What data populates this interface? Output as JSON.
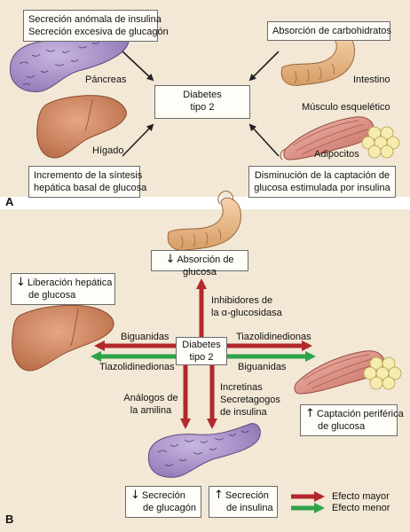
{
  "panel_a": {
    "letter": "A",
    "box_secretion": [
      "Secreción anómala de insulina",
      "Secreción excesiva de glucagón"
    ],
    "label_pancreas": "Páncreas",
    "box_absorption": "Absorción de carbohidratos",
    "label_intestine": "Intestino",
    "center_box": [
      "Diabetes",
      "tipo 2"
    ],
    "label_liver": "Hígado",
    "label_muscle": "Músculo esquelético",
    "label_adipocytes": "Adipocitos",
    "box_hepatic": [
      "Incremento de la síntesis",
      "hepática basal de glucosa"
    ],
    "box_uptake": [
      "Disminución de la captación de",
      "glucosa estimulada por insulina"
    ]
  },
  "panel_b": {
    "letter": "B",
    "box_absorption": "Absorción de glucosa",
    "box_hepatic_release": [
      "Liberación hepática",
      "de glucosa"
    ],
    "label_inhibitors": [
      "Inhibidores de",
      "la α-glucosidasa"
    ],
    "center_box": [
      "Diabetes",
      "tipo 2"
    ],
    "label_biguanidas_left": "Biguanidas",
    "label_tiazo_right": "Tiazolidinedionas",
    "label_tiazo_left": "Tiazolidinedionas",
    "label_biguanidas_right": "Biguanidas",
    "label_amylin": [
      "Análogos de",
      "la amilina"
    ],
    "label_incretins": [
      "Incretinas",
      "Secretagogos",
      "de insulina"
    ],
    "box_peripheral": [
      "Captación periférica",
      "de glucosa"
    ],
    "box_glucagon": [
      "Secreción",
      "de glucagón"
    ],
    "box_insulin": [
      "Secreción",
      "de insulina"
    ],
    "legend": [
      {
        "label": "Efecto mayor",
        "color": "#b2282b"
      },
      {
        "label": "Efecto menor",
        "color": "#2ea34a"
      }
    ],
    "down_glyph": "↓",
    "up_glyph": "↑"
  },
  "colors": {
    "panel_bg": "#f2e8d5",
    "major_arrow": "#b2282b",
    "minor_arrow": "#2ea34a",
    "liver": "#c97f5a",
    "pancreas": "#a38cc4",
    "intestine": "#e8b98a",
    "muscle": "#d88a80",
    "adipocyte": "#f6ecb0"
  }
}
